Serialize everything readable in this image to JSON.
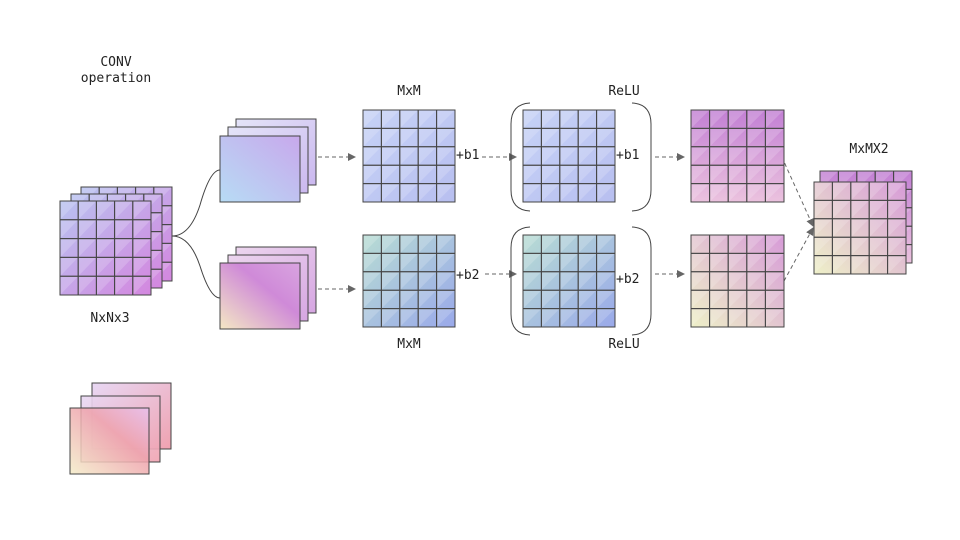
{
  "title": {
    "line1": "CONV",
    "line2": "operation"
  },
  "labels": {
    "input": "NxNx3",
    "mxm_top": "MxM",
    "mxm_bottom": "MxM",
    "relu_top": "ReLU",
    "relu_bottom": "ReLU",
    "output": "MxMX2",
    "bias_top_1": "+b1",
    "bias_top_2": "+b1",
    "bias_bottom_1": "+b2",
    "bias_bottom_2": "+b2"
  },
  "colors": {
    "grid_line": "#444444",
    "arrow": "#666666",
    "blue_grid": [
      "#c6d2f6",
      "#b8bff0"
    ],
    "teal_grid": [
      "#b7dcd3",
      "#9aa9ea"
    ],
    "pink_grid": [
      "#ebc2de",
      "#c27fd4"
    ],
    "lime_grid": [
      "#eef0c8",
      "#d79bd8"
    ],
    "input_grid": [
      "#b8c2f0",
      "#d487df"
    ]
  }
}
